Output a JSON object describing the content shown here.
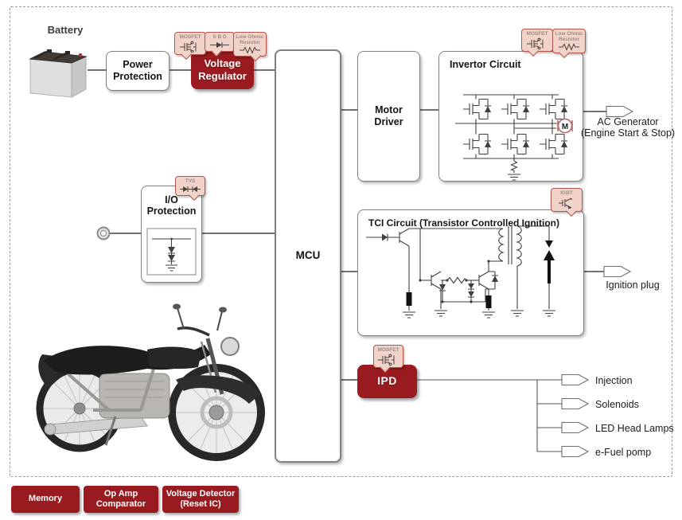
{
  "colors": {
    "dark_red": "#9a1b1f",
    "callout_bg": "#f2d3ca",
    "callout_border": "#b2564e",
    "wire": "#1a1a1a"
  },
  "battery_label": "Battery",
  "blocks": {
    "power_protection": "Power\nProtection",
    "voltage_regulator": "Voltage\nRegulator",
    "mcu": "MCU",
    "motor_driver": "Motor\nDriver",
    "invertor_title": "Invertor Circuit",
    "io_protection": "I/O\nProtection",
    "tci_title": "TCI Circuit (Transistor Controlled Ignition)",
    "ipd": "IPD"
  },
  "motor_label": "M",
  "callouts": {
    "voltage_regulator": [
      {
        "label": "MOSFET"
      },
      {
        "label": "S B D"
      },
      {
        "label": "Low Ohmic\nResistor"
      }
    ],
    "invertor": [
      {
        "label": "MOSFET"
      },
      {
        "label": "Low Ohmic\nResistor"
      }
    ],
    "io_protection": [
      {
        "label": "TVS"
      }
    ],
    "tci": [
      {
        "label": "IGBT"
      }
    ],
    "ipd": [
      {
        "label": "MOSFET"
      }
    ]
  },
  "outputs": {
    "ac_generator": "AC Generator\n(Engine Start & Stop)",
    "ignition_plug": "Ignition plug",
    "loads": [
      "Injection",
      "Solenoids",
      "LED Head Lamps",
      "e-Fuel pomp"
    ]
  },
  "badges": [
    "Memory",
    "Op Amp\nComparator",
    "Voltage Detector\n(Reset IC)"
  ]
}
